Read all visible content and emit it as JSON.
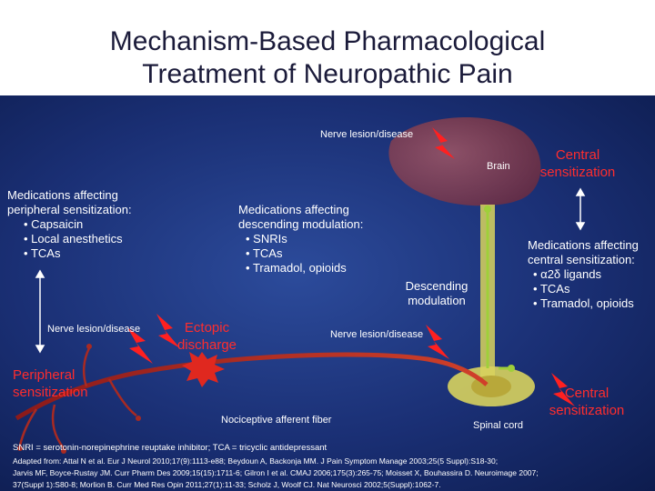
{
  "title": {
    "line1": "Mechanism-Based Pharmacological",
    "line2": "Treatment of Neuropathic Pain"
  },
  "labels": {
    "nerve_lesion_top": "Nerve lesion/disease",
    "brain": "Brain",
    "central_sensitization_top": "Central sensitization",
    "descending_modulation": "Descending modulation",
    "nerve_lesion_left": "Nerve lesion/disease",
    "ectopic_discharge": "Ectopic discharge",
    "nerve_lesion_mid": "Nerve lesion/disease",
    "peripheral_sensitization": "Peripheral sensitization",
    "central_sensitization_bottom": "Central sensitization",
    "nociceptive_fiber": "Nociceptive afferent fiber",
    "spinal_cord": "Spinal cord"
  },
  "peripheral_meds": {
    "heading": "Medications affecting peripheral sensitization:",
    "items": [
      "Capsaicin",
      "Local anesthetics",
      "TCAs"
    ]
  },
  "descending_meds": {
    "heading": "Medications affecting descending modulation:",
    "items": [
      "SNRIs",
      "TCAs",
      "Tramadol, opioids"
    ]
  },
  "central_meds": {
    "heading": "Medications affecting central sensitization:",
    "items": [
      "α2δ ligands",
      "TCAs",
      "Tramadol, opioids"
    ]
  },
  "footnote": {
    "abbrev": "SNRI = serotonin-norepinephrine reuptake inhibitor; TCA = tricyclic antidepressant",
    "ref1": "Adapted from: Attal N et al. Eur J Neurol 2010;17(9):1113-e88; Beydoun A, Backonja MM. J Pain Symptom Manage 2003;25(5 Suppl):S18-30;",
    "ref2": "Jarvis MF, Boyce-Rustay JM. Curr Pharm Des 2009;15(15):1711-6; Gilron I et al. CMAJ 2006;175(3):265-75; Moisset X, Bouhassira D. Neuroimage 2007;",
    "ref3": "37(Suppl 1):S80-8; Morlion B. Curr Med Res Opin 2011;27(1):11-33; Scholz J, Woolf CJ. Nat Neurosci 2002;5(Suppl):1062-7."
  },
  "colors": {
    "background_center": "#2c4b9b",
    "background_edge": "#0d1c4e",
    "lightning": "#ff2020",
    "nerve": "#b9231f",
    "spinal_cord": "#d8d35e",
    "descending_pathway": "#9fcf3a",
    "red_text": "#ff2d2d"
  },
  "icons": [
    "lightning-bolt-icon",
    "ectopic-burst-icon",
    "arrow-up-down-icon"
  ]
}
